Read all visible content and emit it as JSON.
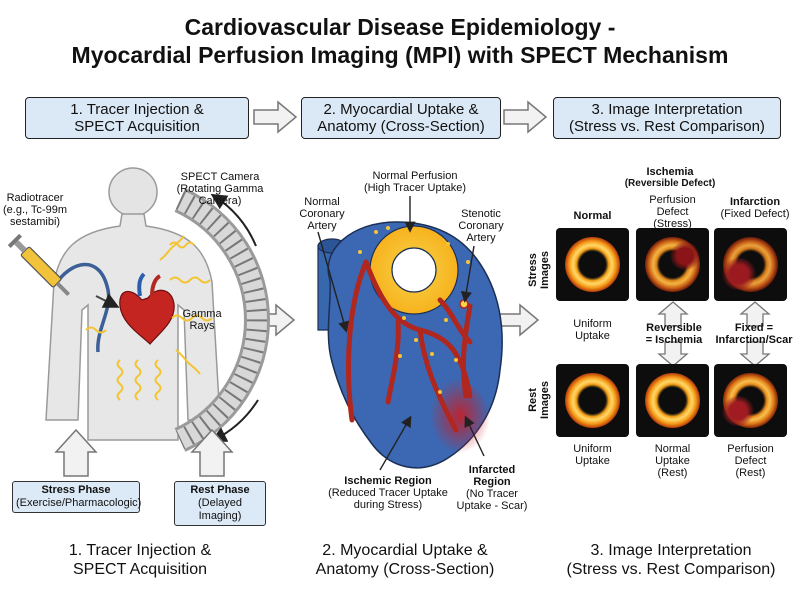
{
  "title": {
    "line1": "Cardiovascular Disease Epidemiology -",
    "line2": "Myocardial Perfusion Imaging (MPI) with SPECT Mechanism"
  },
  "steps": [
    {
      "line1": "1. Tracer Injection &",
      "line2": "SPECT Acquisition"
    },
    {
      "line1": "2. Myocardial Uptake &",
      "line2": "Anatomy (Cross-Section)"
    },
    {
      "line1": "3. Image Interpretation",
      "line2": "(Stress vs. Rest Comparison)"
    }
  ],
  "panel1": {
    "radiotracer": [
      "Radiotracer",
      "(e.g., Tc-99m",
      "sestamibi)"
    ],
    "camera": [
      "SPECT Camera",
      "(Rotating Gamma",
      "Camera)"
    ],
    "gamma": [
      "Gamma",
      "Rays"
    ],
    "stress_phase": {
      "title": "Stress Phase",
      "sub": "(Exercise/Pharmacologic)"
    },
    "rest_phase": {
      "title": "Rest Phase",
      "sub": "(Delayed Imaging)"
    }
  },
  "panel2": {
    "normal_perfusion": [
      "Normal Perfusion",
      "(High Tracer Uptake)"
    ],
    "normal_artery": [
      "Normal",
      "Coronary",
      "Artery"
    ],
    "stenotic_artery": [
      "Stenotic",
      "Coronary",
      "Artery"
    ],
    "ischemic_region": {
      "title": "Ischemic Region",
      "sub": [
        "(Reduced Tracer Uptake",
        "during Stress)"
      ]
    },
    "infarcted_region": {
      "title": [
        "Infarcted",
        "Region"
      ],
      "sub": [
        "(No Tracer",
        "Uptake - Scar)"
      ]
    }
  },
  "panel3": {
    "col_normal": "Normal",
    "col_ischemia": {
      "title": "Ischemia",
      "sub": "(Reversible Defect)"
    },
    "col_infarction": {
      "title": "Infarction",
      "sub": "(Fixed Defect)"
    },
    "perfusion_defect_stress": [
      "Perfusion",
      "Defect",
      "(Stress)"
    ],
    "row_stress": [
      "Stress",
      "Images"
    ],
    "row_rest": [
      "Rest",
      "Images"
    ],
    "uniform_uptake_mid": [
      "Uniform",
      "Uptake"
    ],
    "reversible": [
      "Reversible",
      "= Ischemia"
    ],
    "fixed": [
      "Fixed =",
      "Infarction/Scar"
    ],
    "uniform_uptake_bottom": [
      "Uniform",
      "Uptake"
    ],
    "normal_uptake_rest": [
      "Normal",
      "Uptake",
      "(Rest)"
    ],
    "perfusion_defect_rest": [
      "Perfusion",
      "Defect",
      "(Rest)"
    ]
  },
  "captions": [
    {
      "line1": "1. Tracer Injection &",
      "line2": "SPECT Acquisition"
    },
    {
      "line1": "2. Myocardial Uptake &",
      "line2": "Anatomy (Cross-Section)"
    },
    {
      "line1": "3. Image Interpretation",
      "line2": "(Stress vs. Rest Comparison)"
    }
  ],
  "colors": {
    "box_fill": "#dbe8f5",
    "heart_blue": "#3a68b0",
    "artery_red": "#b0271f",
    "tracer_yellow": "#f6c534"
  }
}
